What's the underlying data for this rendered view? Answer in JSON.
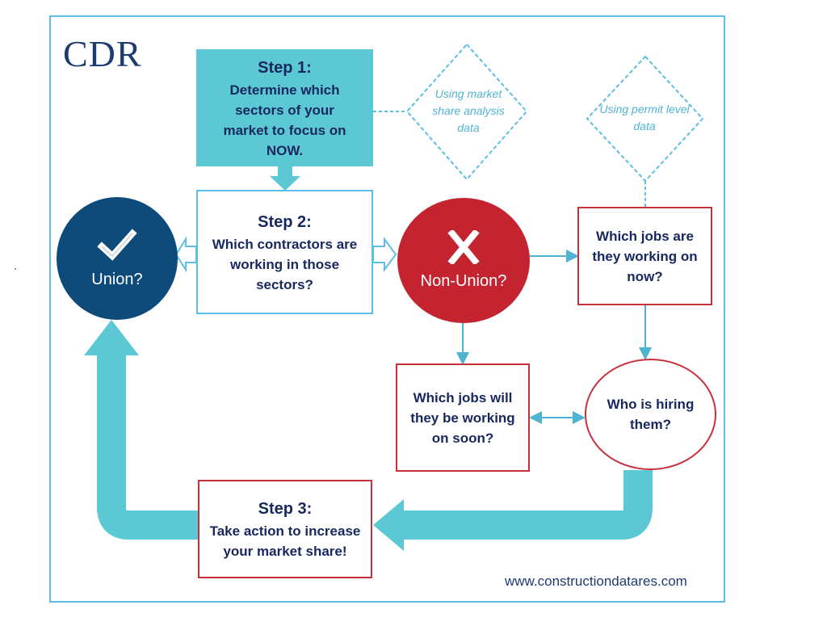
{
  "brand": {
    "logo_text": "CDR",
    "website": "www.constructiondatares.com"
  },
  "colors": {
    "teal": "#5cc8d4",
    "light_blue": "#5dbfe6",
    "navy": "#0e4a7a",
    "red": "#c42430",
    "text": "#17285e"
  },
  "step1": {
    "title": "Step 1:",
    "text": "Determine which sectors of your market to focus on NOW."
  },
  "step2": {
    "title": "Step 2:",
    "text": "Which contractors are working in those sectors?"
  },
  "step3": {
    "title": "Step 3:",
    "text": "Take  action to increase your market share!"
  },
  "union": {
    "label": "Union?",
    "icon": "checkmark-icon"
  },
  "nonunion": {
    "label": "Non-Union?",
    "icon": "x-icon"
  },
  "jobs_now": {
    "text": "Which jobs are they working on now?"
  },
  "jobs_soon": {
    "text": "Which jobs will they be working on soon?"
  },
  "hiring": {
    "text": "Who is hiring them?"
  },
  "notes": {
    "market_share": "Using market share analysis data",
    "permit_level": "Using permit level data"
  }
}
